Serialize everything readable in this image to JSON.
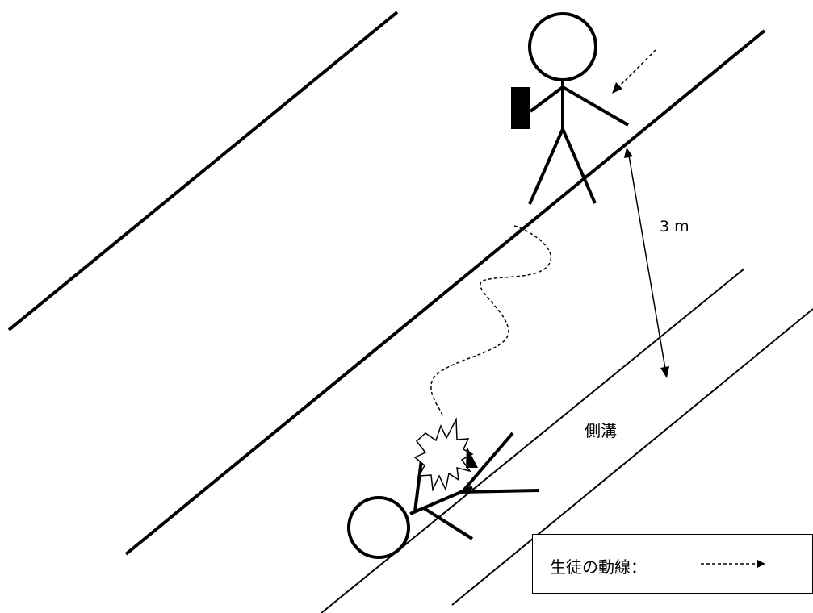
{
  "labels": {
    "distance": "3 m",
    "ditch": "側溝"
  },
  "legend": {
    "text": "生徒の動線："
  },
  "colors": {
    "ink": "#000000",
    "background": "#ffffff"
  },
  "icons": {
    "student_walking": "stick-figure-icon",
    "bag": "bag-icon",
    "student_fallen": "fallen-figure-icon",
    "impact": "impact-burst-icon"
  }
}
